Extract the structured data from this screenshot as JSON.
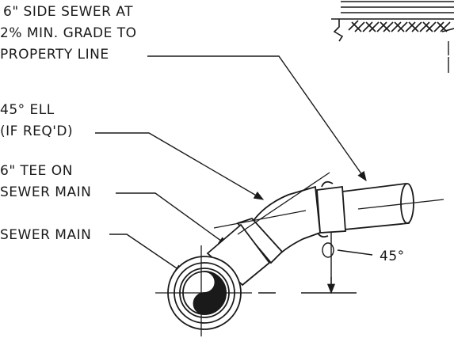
{
  "labels": {
    "side_sewer": [
      "6\" SIDE SEWER AT",
      "2% MIN. GRADE TO",
      "PROPERTY LINE"
    ],
    "ell": [
      "45° ELL",
      "(IF REQ'D)"
    ],
    "tee": [
      "6\" TEE ON",
      "SEWER MAIN"
    ],
    "sewer_main": "SEWER MAIN",
    "angle": "45°"
  },
  "colors": {
    "ink": "#1a1a1a",
    "background": "#ffffff"
  }
}
